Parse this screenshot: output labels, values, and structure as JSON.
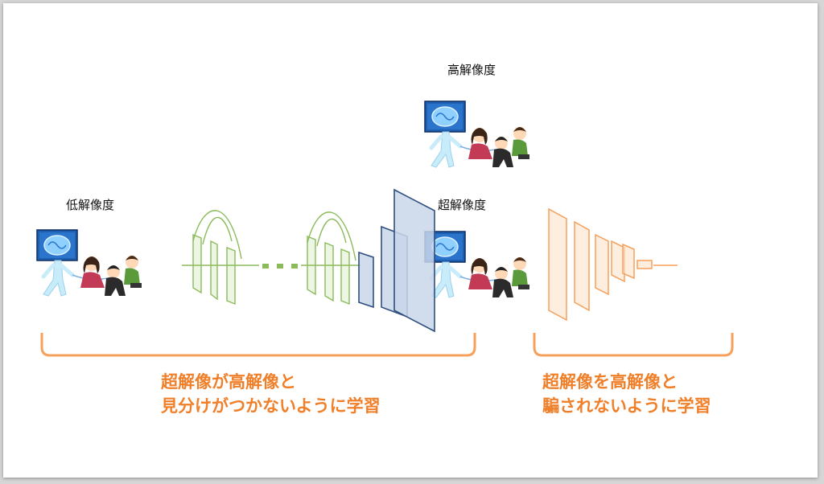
{
  "labels": {
    "low_res": "低解像度",
    "high_res": "高解像度",
    "super_res": "超解像度"
  },
  "captions": {
    "generator_line1": "超解像が高解像と",
    "generator_line2": "見分けがつかないように学習",
    "discriminator_line1": "超解像を高解像と",
    "discriminator_line2": "騙されないように学習"
  },
  "colors": {
    "generator": "#8bbb5a",
    "upsample": "#2f4f7f",
    "discriminator": "#f5a05b",
    "caption": "#f07f2a",
    "brain_screen": "#1f5fb0"
  },
  "icons": [
    "brain-robot-icon",
    "people-watching-icon"
  ]
}
